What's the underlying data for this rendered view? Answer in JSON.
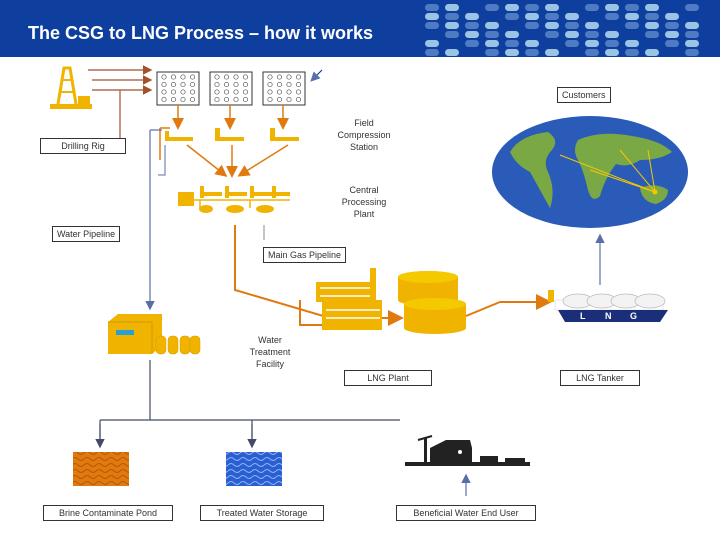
{
  "title": "The CSG to LNG Process – how it works",
  "colors": {
    "header_bg": "#0f3f9e",
    "dot_dark": "#0f3f9e",
    "dot_mid": "#4f7bc2",
    "dot_light": "#9bc3e4",
    "orange": "#e07a10",
    "brown": "#a0522d",
    "blue_line": "#5a6fa8",
    "yellow": "#f0b400",
    "ocean_blue": "#2b5bb8",
    "land_green": "#7aa845",
    "brine_orange": "#e07a10",
    "treated_blue": "#2a5fd0",
    "tanker_navy": "#1a2e7a"
  },
  "labels": {
    "customers": "Customers",
    "drilling_rig": "Drilling Rig",
    "field_compression_1": "Field",
    "field_compression_2": "Compression",
    "field_compression_3": "Station",
    "central_processing_1": "Central",
    "central_processing_2": "Processing",
    "central_processing_3": "Plant",
    "water_pipeline": "Water Pipeline",
    "main_gas_pipeline": "Main Gas Pipeline",
    "water_treatment_1": "Water",
    "water_treatment_2": "Treatment",
    "water_treatment_3": "Facility",
    "lng_plant": "LNG Plant",
    "lng_tanker": "LNG Tanker",
    "brine_pond": "Brine Contaminate Pond",
    "treated_storage": "Treated Water Storage",
    "end_user": "Beneficial Water End User",
    "tanker_l": "L",
    "tanker_n": "N",
    "tanker_g": "G"
  }
}
